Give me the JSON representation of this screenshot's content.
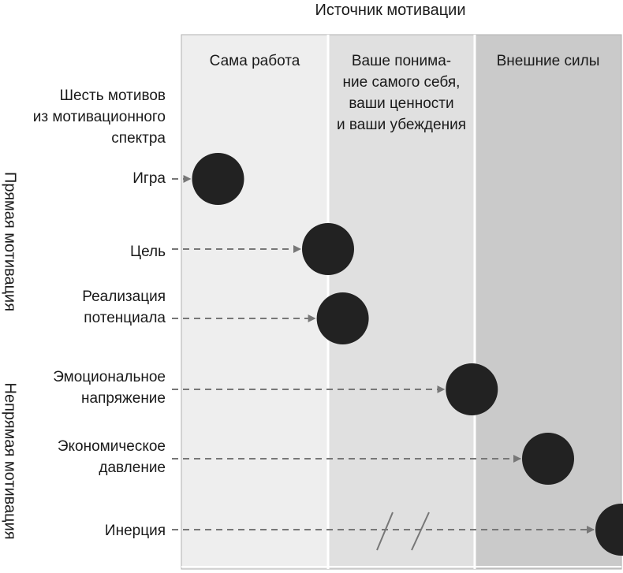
{
  "title": "Источник мотивации",
  "columns": [
    {
      "label": "Сама работа",
      "shade": "#eeeeee"
    },
    {
      "label": "Ваше понима-\nние самого себя,\nваши ценности\nи ваши убеждения",
      "shade": "#e0e0e0"
    },
    {
      "label": "Внешние силы",
      "shade": "#cacaca"
    }
  ],
  "motives_header": "Шесть мотивов\nиз мотивационного\nспектра",
  "groups": {
    "direct": "Прямая мотивация",
    "indirect": "Непрямая мотивация"
  },
  "motives": [
    {
      "label": "Игра",
      "position": 0.25,
      "group": "direct"
    },
    {
      "label": "Цель",
      "position": 1.0,
      "group": "direct"
    },
    {
      "label": "Реализация\nпотенциала",
      "position": 1.1,
      "group": "direct"
    },
    {
      "label": "Эмоциональное\nнапряжение",
      "position": 1.98,
      "group": "indirect"
    },
    {
      "label": "Экономическое\nдавление",
      "position": 2.5,
      "group": "indirect"
    },
    {
      "label": "Инерция",
      "position": 3.0,
      "group": "indirect",
      "broken_axis": true
    }
  ],
  "colors": {
    "dot": "#222222",
    "arrow": "#777777",
    "divider": "#ffffff",
    "border": "#b0b0b0"
  }
}
